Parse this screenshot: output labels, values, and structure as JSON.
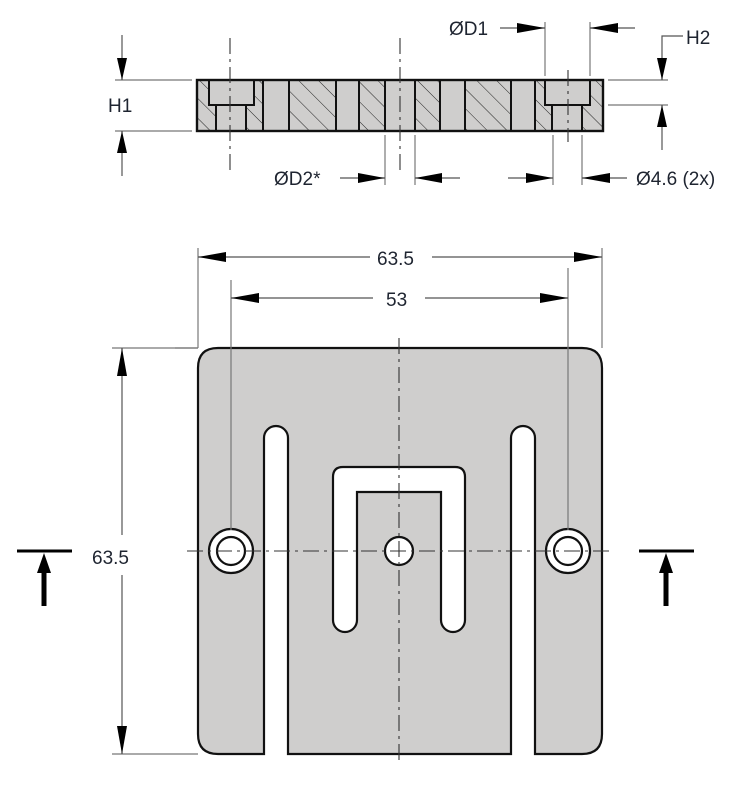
{
  "section_view": {
    "labels": {
      "h1": "H1",
      "h2": "H2",
      "d1": "ØD1",
      "d2": "ØD2*",
      "hole_dia": "Ø4.6 (2x)"
    }
  },
  "plan_view": {
    "dimensions": {
      "overall_width": "63.5",
      "hole_spacing": "53",
      "overall_height": "63.5"
    },
    "section_markers": [
      "section-arrow-left",
      "section-arrow-right"
    ]
  },
  "colors": {
    "material_fill": "#cfcecd",
    "outline": "#111111",
    "background": "#ffffff"
  }
}
